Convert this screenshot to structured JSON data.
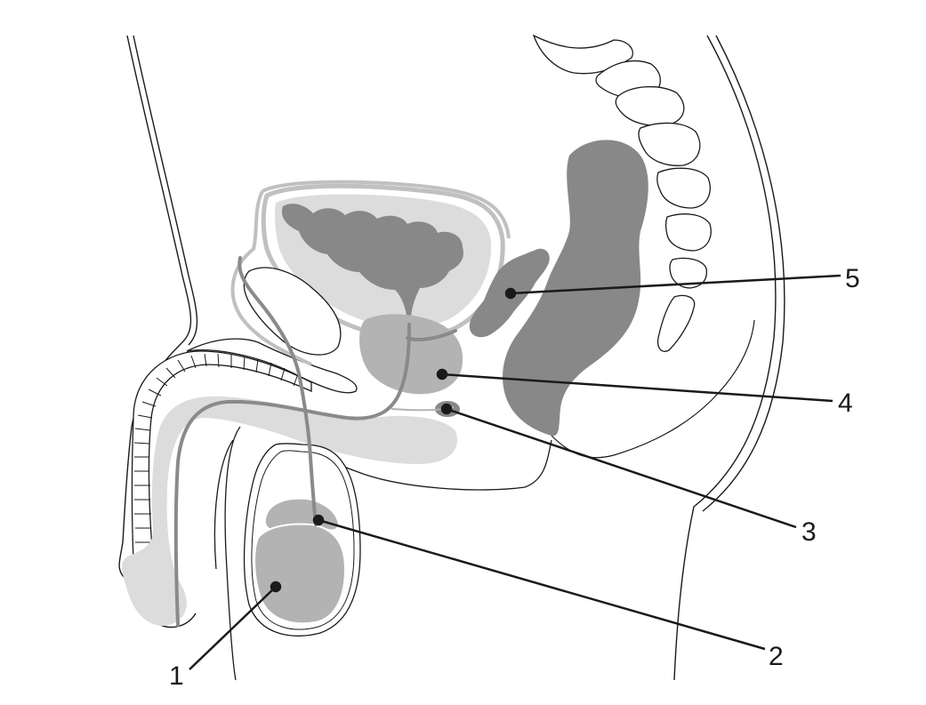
{
  "colors": {
    "outline": "#1a1a1a",
    "light_fill": "#dcdcdc",
    "mid_fill": "#b3b3b3",
    "dark_fill": "#888888",
    "duct": "#8a8a8a",
    "leader": "#1a1a1a"
  },
  "callouts": [
    {
      "label": "1"
    },
    {
      "label": "2"
    },
    {
      "label": "3"
    },
    {
      "label": "4"
    },
    {
      "label": "5"
    }
  ]
}
